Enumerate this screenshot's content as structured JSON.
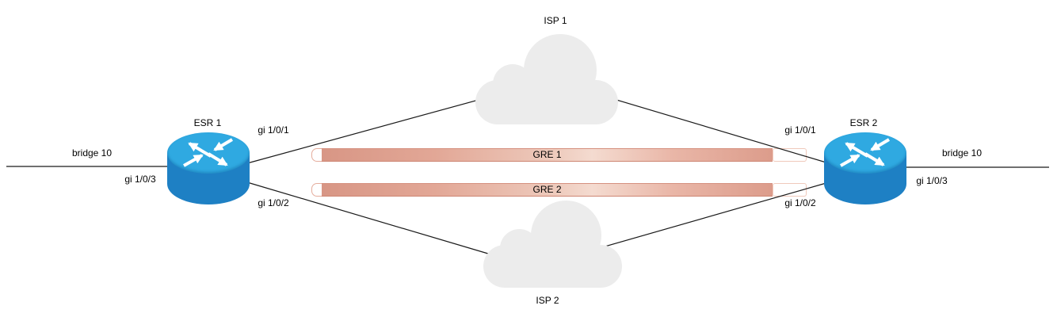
{
  "nodes": {
    "esr1": {
      "label": "ESR 1",
      "type": "router"
    },
    "esr2": {
      "label": "ESR 2",
      "type": "router"
    },
    "isp1": {
      "label": "ISP 1",
      "type": "cloud"
    },
    "isp2": {
      "label": "ISP 2",
      "type": "cloud"
    }
  },
  "tunnels": {
    "gre1": {
      "label": "GRE 1"
    },
    "gre2": {
      "label": "GRE 2"
    }
  },
  "interfaces": {
    "esr1": {
      "wan1": "gi 1/0/1",
      "wan2": "gi 1/0/2",
      "lan": "gi 1/0/3",
      "bridge": "bridge 10"
    },
    "esr2": {
      "wan1": "gi 1/0/1",
      "wan2": "gi 1/0/2",
      "lan": "gi 1/0/3",
      "bridge": "bridge 10"
    }
  },
  "colors": {
    "router_top": "#2FA9E1",
    "router_body": "#1E80C4",
    "cloud_fill": "#ECECEC",
    "tunnel_fill": "#E7B2A3",
    "tunnel_fill_light": "#F4DBD0",
    "tunnel_border": "#D5907F",
    "link_line": "#1A1A1A"
  }
}
